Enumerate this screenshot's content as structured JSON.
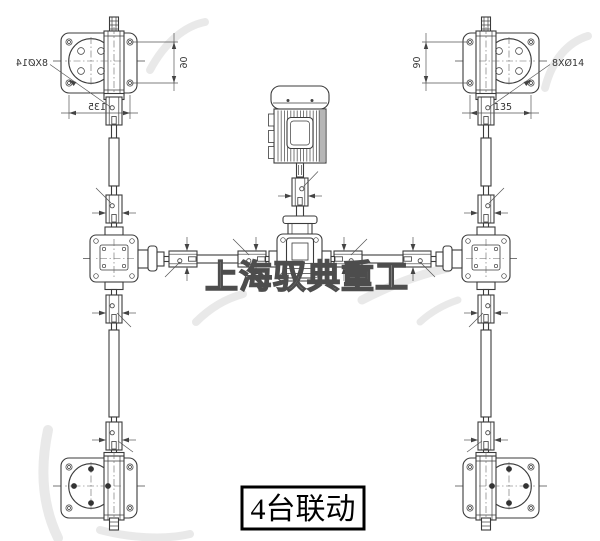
{
  "drawing": {
    "caption": "4台联动",
    "watermark": "上海驭典重工",
    "dimensions": {
      "flange_holes": "8XØ14",
      "horizontal_spacing": "135",
      "vertical_spacing": "90"
    },
    "colors": {
      "line": "#3b3b3b",
      "dimension": "#555555",
      "watermark_outline": "#4d4d4d",
      "caption_border": "#000000",
      "background": "#ffffff"
    }
  }
}
